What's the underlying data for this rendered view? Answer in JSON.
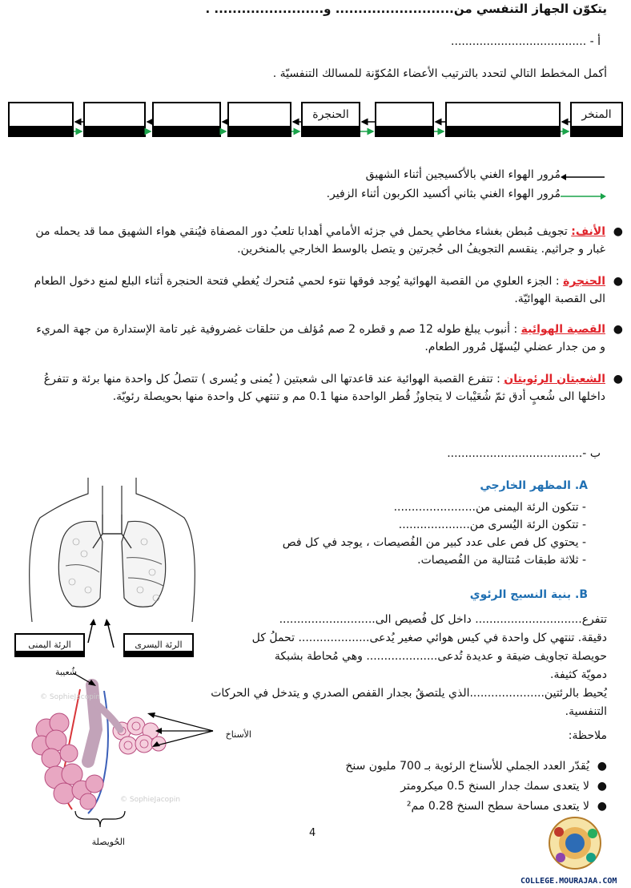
{
  "intro": {
    "title_line": "يتكوّن الجهاز التنفسي من.......................... و........................ .",
    "part_a": "أ -  ......................................",
    "instruction": "أكمل المخطط التالي لتحدد بالترتيب الأعضاء المُكوّنة للمسالك التنفسيّة ."
  },
  "diagram": {
    "box_nose": "المنخر",
    "box_larynx": "الحنجرة"
  },
  "legend": {
    "black": "مُرور الهواء الغني بالأكسيجين أثناء الشهيق",
    "green": "مُرور الهواء الغني بثاني أكسيد الكربون  أثناء الزفير."
  },
  "items": [
    {
      "term": "الأنف:",
      "text": " تجويف مُبطن بغشاء مخاطي يحمل في جزئه الأمامي أهدابا تلعبُ دور المصفاة فيُنقي هواء الشهيق مما قد يحمله من غبار و جراثيم. ينقسم التجويفُ الى حُجرتين و يتصل بالوسط الخارجي بالمنخرين."
    },
    {
      "term": "الحنجرة",
      "text": " : الجزء العلوي من القصبة الهوائية يُوجد فوقها نتوء لحمي مُتحرك يُغطي فتحة الحنجرة أثناء البلع لمنع دخول الطعام الى القصبة الهوائيّة."
    },
    {
      "term": "القصبة الهوائية",
      "text": "  :  أنبوب يبلغ طوله  12 صم و قطره 2 صم مُؤلف من حلقات غضروفية غير تامة الإستدارة من جهة المريء و من جدار عضلي ليُسهّل مُرور الطعام."
    },
    {
      "term": "الشعبتان الرئويتان",
      "text": " : تتفرع القصبة الهوائية عند قاعدتها الى شعبتين ( يُمنى و يُسرى ) تتصلُ كل واحدة منها برئة و تتفرعُ داخلها الى شُعبٍ أدق ثمّ شُعَيْبات لا يتجاوزُ قُطر الواحدة منها    0.1   مم و تنتهي كل واحدة منها بحويصلة رئويّة."
    }
  ],
  "part_b": "ب -......................................",
  "section_a": {
    "heading": "A. المظهر الخارجي",
    "lines": [
      "-  تتكون الرئة اليمنى من.......................",
      "-  تتكون الرئة اليُسرى من....................",
      "-  يحتوي كل فص على عدد كبير من الفُصيصات ، يوجد في كل فص",
      "-  ثلاثة طبقات مُتتالية من الفُصيصات."
    ]
  },
  "section_b": {
    "heading": "B. بنية النسيج الرئوي",
    "lines": [
      "تتفرع.............................. داخل كل فُصيص الى...........................",
      "دقيقة. تنتهي كل واحدة في كيس هوائي صغير يُدعى.................... تحملُ كل",
      "حويصلة تجاويف ضيقة و عديدة تُدعى.................... وهي مُحاطة بشبكة",
      " دمويّة كثيفة.",
      "يُحيط بالرئتين.....................الذي يلتصقُ بجدار القفص الصدري و يتدخل في الحركات",
      "التنفسية."
    ],
    "note_title": "ملاحظة:",
    "notes": [
      "يُقدّر العدد الجملي للأسناخ الرئوية بـ 700 مليون سنخ",
      "لا يتعدى سمك جدار السنخ 0.5 ميكرومتر",
      "لا يتعدى مساحة سطح السنخ 0.28 مم²"
    ]
  },
  "figure_labels": {
    "right_lung": "الرئة اليمنى",
    "left_lung": "الرئة اليسرى",
    "bronchiole": "شُعيبة",
    "alveoli": "الأسناخ",
    "vesicle": "الحُويصلة",
    "watermark": "© SophieJacopin"
  },
  "page_number": "4",
  "site": "COLLEGE.MOURAJAA.COM",
  "colors": {
    "blue_heading": "#1f6fb2",
    "red_term": "#e0242b",
    "green_arrow": "#1aa34a"
  }
}
